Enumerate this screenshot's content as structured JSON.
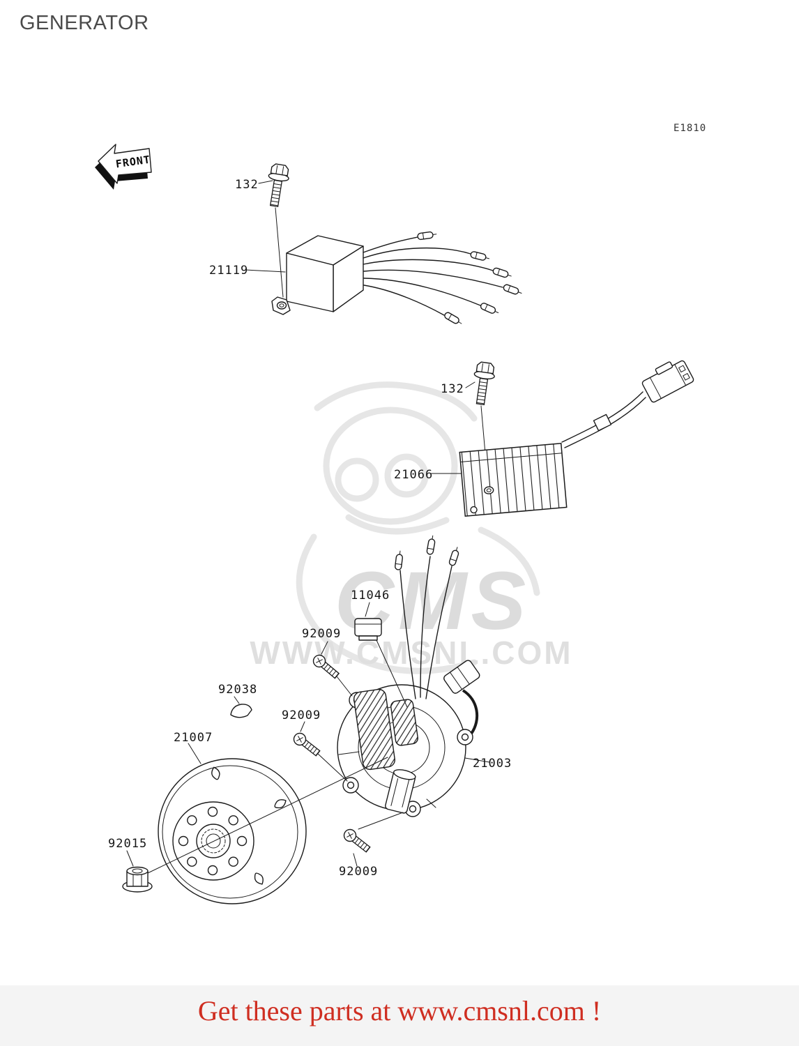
{
  "page": {
    "title": "GENERATOR",
    "diagram_code": "E1810",
    "front_arrow": "FRONT",
    "watermark": {
      "logo": "CMS",
      "url": "WWW.CMSNL.COM"
    },
    "footer_text": "Get these parts at www.cmsnl.com !"
  },
  "parts": {
    "bolt_top": {
      "ref": "132"
    },
    "cdi_unit": {
      "ref": "21119"
    },
    "bolt_mid": {
      "ref": "132"
    },
    "regulator": {
      "ref": "21066"
    },
    "clamp": {
      "ref": "11046"
    },
    "screw_a": {
      "ref": "92009"
    },
    "woodruff_key": {
      "ref": "92038"
    },
    "screw_b": {
      "ref": "92009"
    },
    "flywheel": {
      "ref": "21007"
    },
    "stator": {
      "ref": "21003"
    },
    "nut": {
      "ref": "92015"
    },
    "screw_c": {
      "ref": "92009"
    }
  },
  "colors": {
    "footer_red": "#cf2e21",
    "line": "#1a1a1a",
    "watermark_gray": "#dcdcdc",
    "footer_band": "#f4f4f4"
  }
}
